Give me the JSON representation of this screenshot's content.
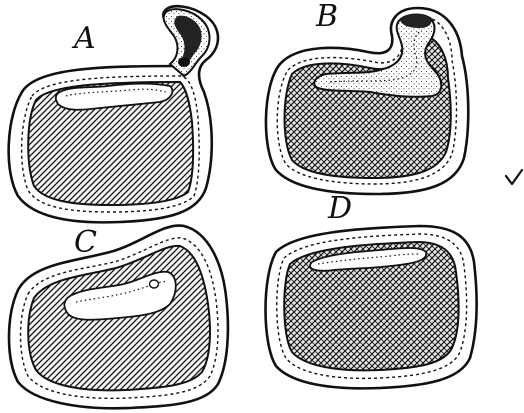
{
  "figure": {
    "labels": {
      "a": "A",
      "b": "B",
      "c": "C",
      "d": "D"
    },
    "colors": {
      "ink": "#111111",
      "paper": "#ffffff"
    }
  }
}
